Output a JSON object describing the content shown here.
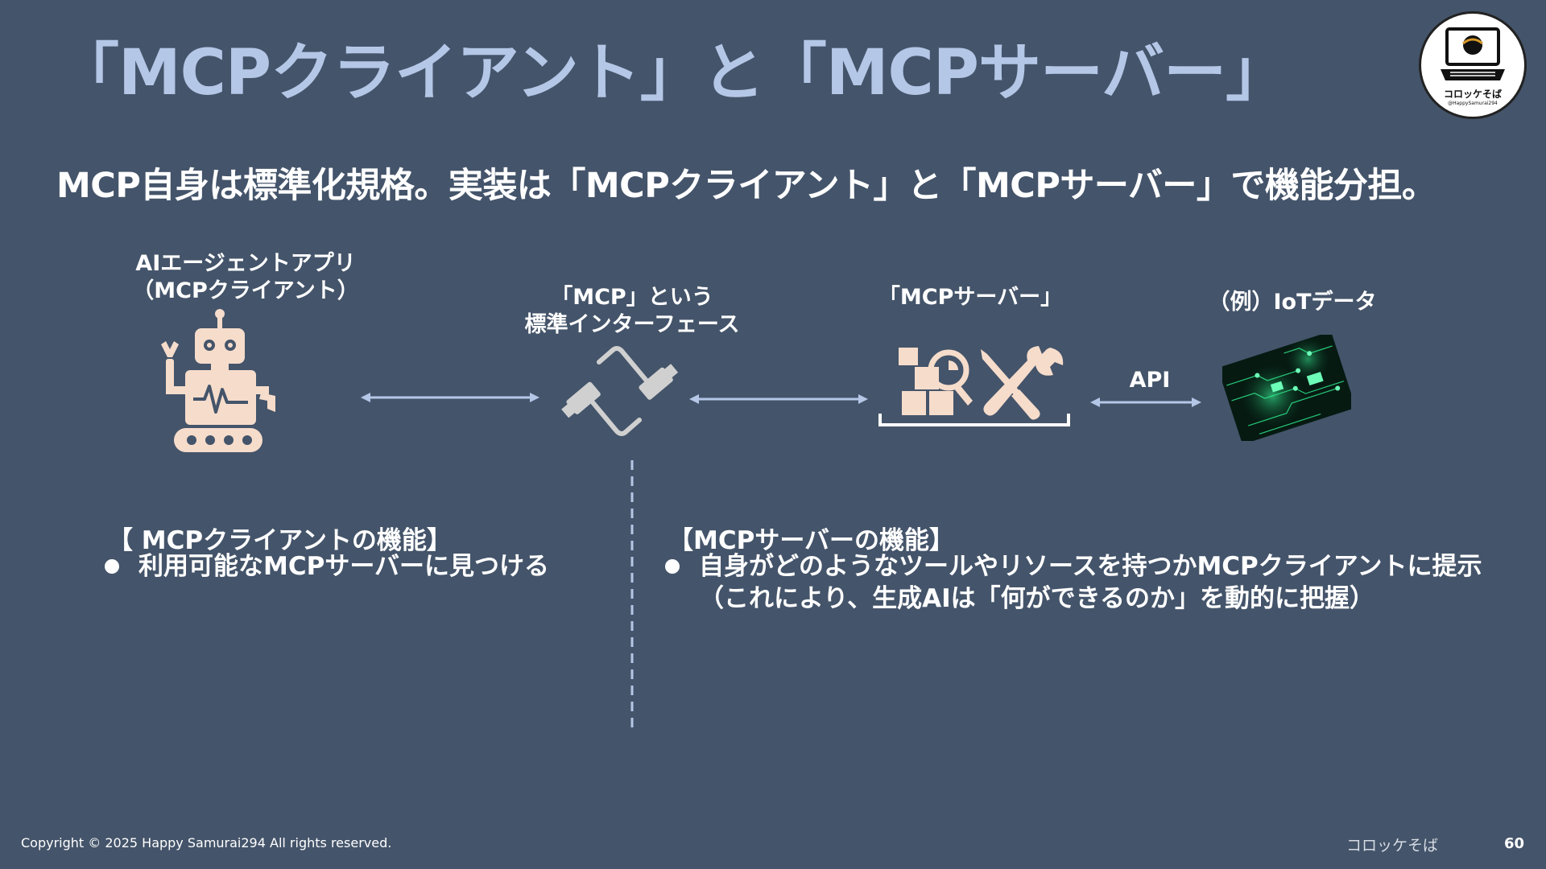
{
  "slide": {
    "title": "「MCPクライアント」と「MCPサーバー」",
    "subtitle": "MCP自身は標準化規格。実装は「MCPクライアント」と「MCPサーバー」で機能分担。"
  },
  "diagram": {
    "client_label_line1": "AIエージェントアプリ",
    "client_label_line2": "（MCPクライアント）",
    "interface_label_line1": "「MCP」という",
    "interface_label_line2": "標準インターフェース",
    "server_label": "「MCPサーバー」",
    "data_label": "（例）IoTデータ",
    "api_label": "API",
    "icons": [
      "robot-icon",
      "usb-cable-icon",
      "boxes-search-icon",
      "tools-icon",
      "circuit-board-image"
    ]
  },
  "client_section": {
    "heading": "【 MCPクライアントの機能】",
    "bullets": [
      "利用可能なMCPサーバーに見つける"
    ]
  },
  "server_section": {
    "heading": "【MCPサーバーの機能】",
    "bullet_line1": "自身がどのようなツールやリソースを持つかMCPクライアントに提示",
    "bullet_line2": "（これにより、生成AIは「何ができるのか」を動的に把握）"
  },
  "logo": {
    "text": "コロッケそば",
    "handle": "@HappySamurai294"
  },
  "footer": {
    "copyright": "Copyright © 2025 Happy Samurai294 All rights reserved.",
    "brand": "コロッケそば",
    "page_number": "60"
  },
  "colors": {
    "background": "#44546a",
    "title": "#b4c7e7",
    "arrow": "#b4c7e7",
    "icon": "#f6dccb"
  }
}
